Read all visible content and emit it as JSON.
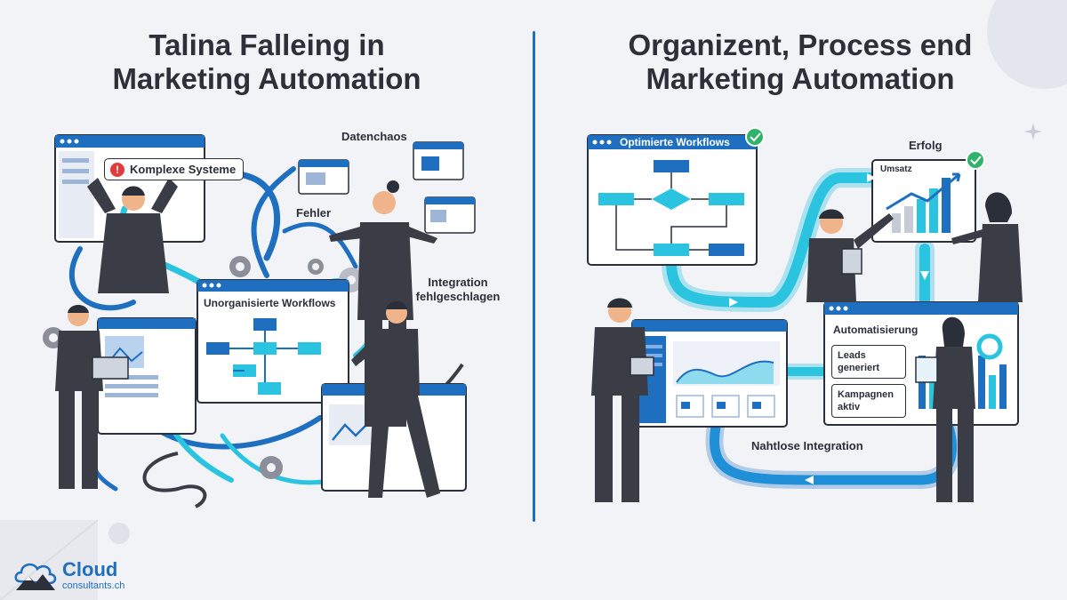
{
  "left": {
    "title_line1": "Talina Falleing in",
    "title_line2": "Marketing Automation",
    "labels": {
      "komplexe_systeme": "Komplexe Systeme",
      "datenchaos": "Datenchaos",
      "fehler": "Fehler",
      "integration": "Integration fehlgeschlagen",
      "unorganisierte": "Unorganisierte Workflows"
    }
  },
  "right": {
    "title_line1": "Organizent, Process end",
    "title_line2": "Marketing Automation",
    "labels": {
      "optimierte": "Optimierte Workflows",
      "erfolg": "Erfolg",
      "umsatz": "Umsatz",
      "automatisierung": "Automatisierung",
      "leads": "Leads generiert",
      "kampagnen": "Kampagnen aktiv",
      "nahtlose": "Nahtlose Integration"
    }
  },
  "logo": {
    "brand": "Cloud",
    "domain": "consultants.ch"
  },
  "colors": {
    "accent": "#1f6fc1",
    "cyan": "#2bc4e0",
    "dark": "#3a3d45",
    "warn": "#e23b3b",
    "success": "#2fb36b"
  }
}
